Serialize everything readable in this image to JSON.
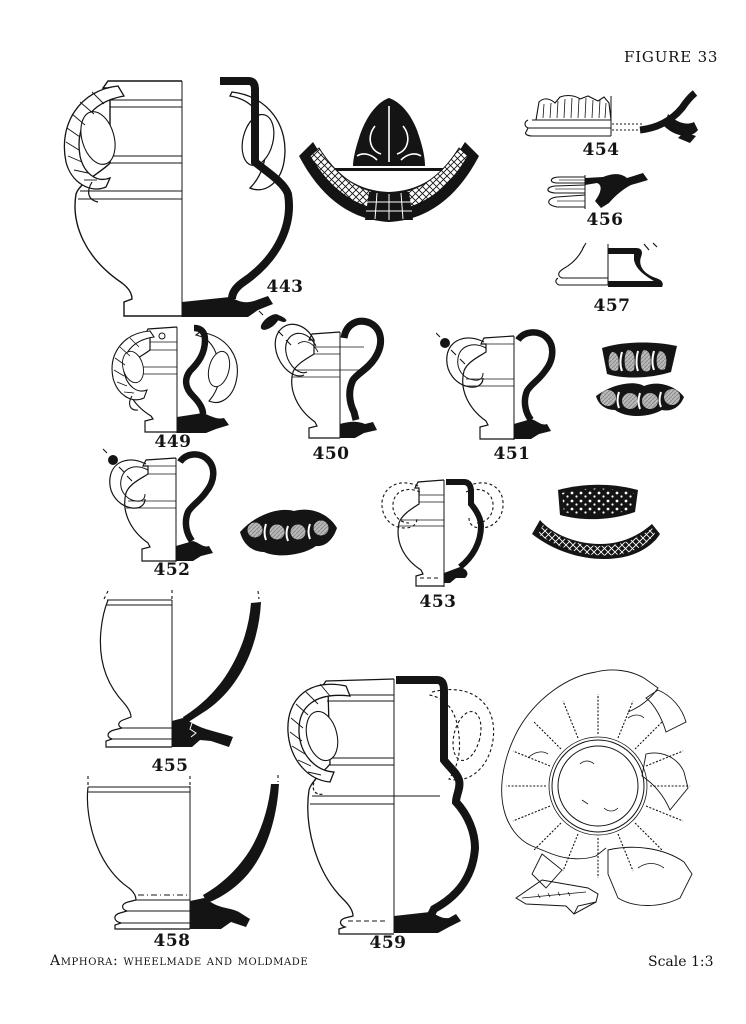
{
  "page": {
    "header": "FIGURE 33",
    "footer_left": "Amphora: wheelmade and moldmade",
    "footer_right": "Scale 1:3"
  },
  "colors": {
    "ink": "#141414",
    "paper": "#ffffff"
  },
  "catalog": {
    "items": [
      {
        "number": "443",
        "drawing": "neck-amphora-with-twisted-handles-and-decorated-band"
      },
      {
        "number": "454",
        "drawing": "molded-base-fragment-with-profile"
      },
      {
        "number": "456",
        "drawing": "ring-foot-fragment-with-profile"
      },
      {
        "number": "457",
        "drawing": "flat-foot-fragment-with-profile"
      },
      {
        "number": "449",
        "drawing": "small-amphora-with-twisted-handles"
      },
      {
        "number": "450",
        "drawing": "small-amphora-with-tall-handles"
      },
      {
        "number": "451",
        "drawing": "small-amphora"
      },
      {
        "number": "452",
        "drawing": "small-amphora"
      },
      {
        "number": "453",
        "drawing": "small-amphora-with-restored-handles"
      },
      {
        "number": "455",
        "drawing": "footed-bowl-lower-body"
      },
      {
        "number": "458",
        "drawing": "footed-bowl-lower-body"
      },
      {
        "number": "459",
        "drawing": "amphora-with-twisted-handle"
      }
    ],
    "unnumbered_fragments": [
      "palmette-and-crosshatch-band-fragment",
      "handle-stub-fragments",
      "reserved-circle-band-fragment",
      "dotted-band-and-crosshatch-band-fragments",
      "moldmade-relief-medallion-fragment",
      "rim-sherd"
    ]
  }
}
